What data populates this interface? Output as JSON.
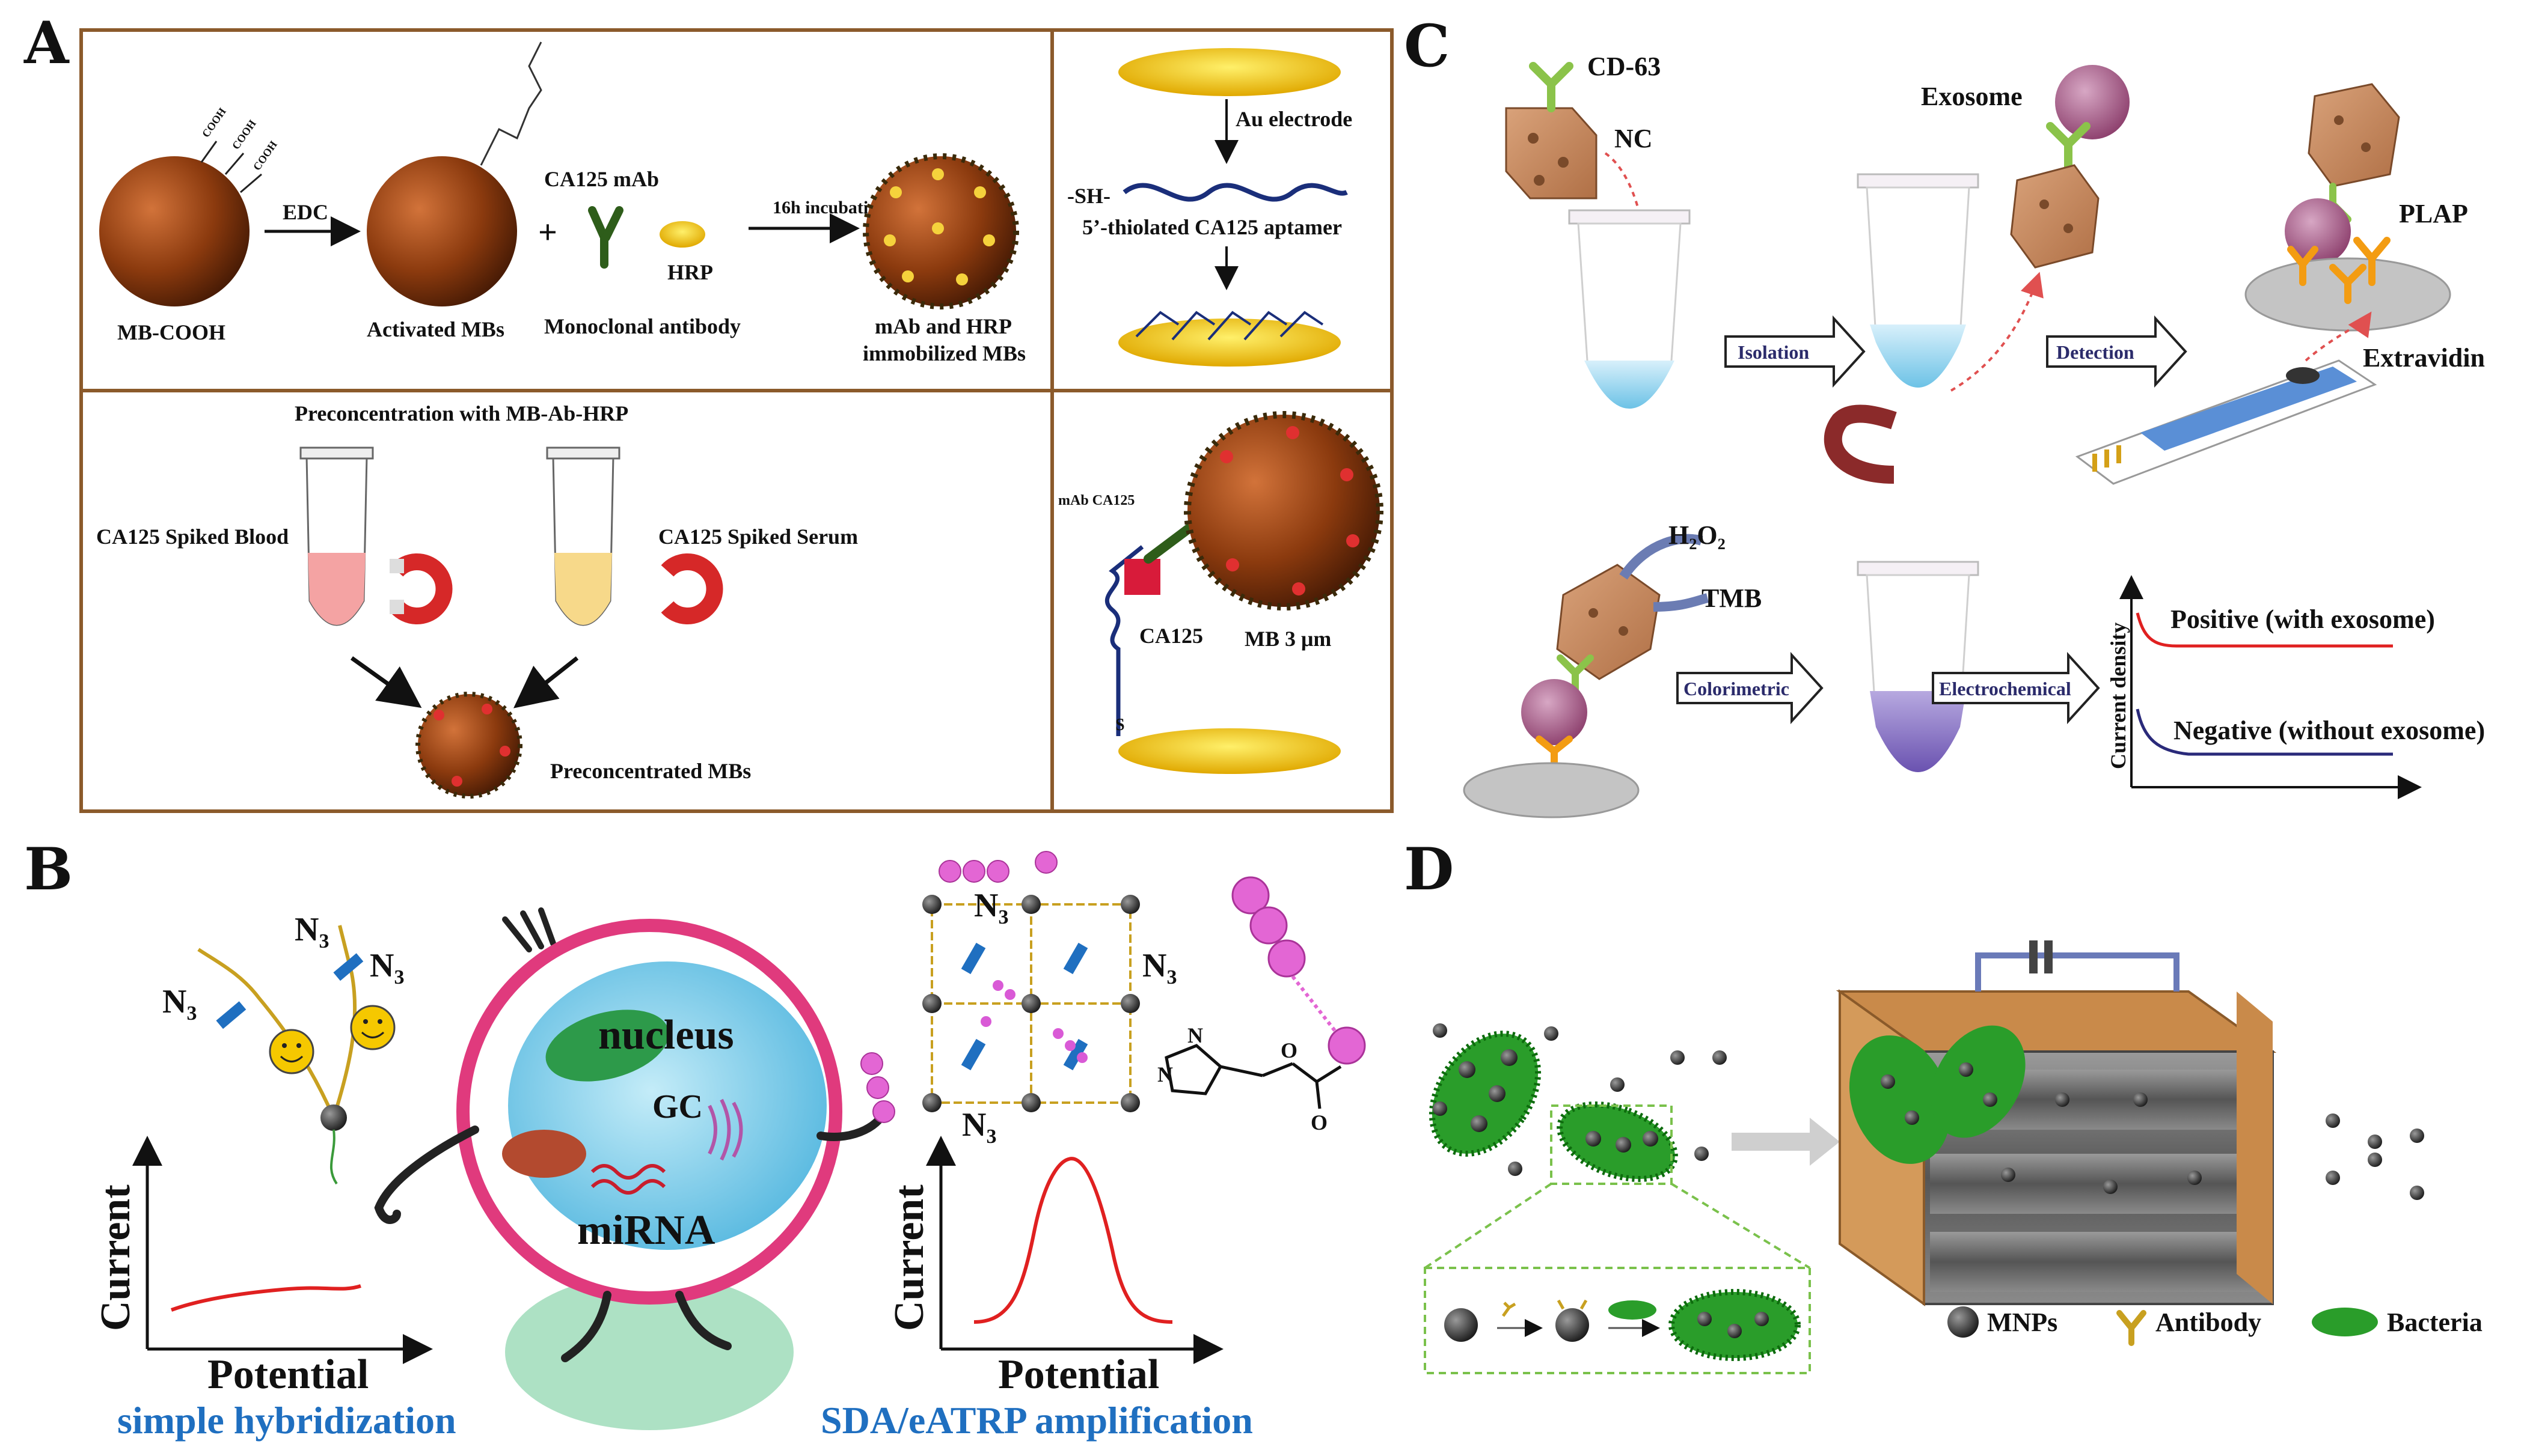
{
  "panels": {
    "A": {
      "letter": "A",
      "mb_cooh": "MB-COOH",
      "cooh": "COOH",
      "edc": "EDC",
      "activated_mbs": "Activated MBs",
      "plus": "+",
      "ca125_mab": "CA125 mAb",
      "monoclonal_antibody": "Monoclonal antibody",
      "hrp": "HRP",
      "incubation": "16h incubation",
      "immobilized_line1": "mAb and HRP",
      "immobilized_line2": "immobilized MBs",
      "au_electrode": "Au electrode",
      "sh": "-SH-",
      "thiolated_aptamer": "5’-thiolated CA125 aptamer",
      "preconcentration_title": "Preconcentration with MB-Ab-HRP",
      "spiked_blood": "CA125 Spiked Blood",
      "spiked_serum": "CA125 Spiked Serum",
      "preconcentrated_mbs": "Preconcentrated MBs",
      "mab_ca125": "mAb CA125",
      "ca125": "CA125",
      "mb_size": "MB 3 μm",
      "s": "S"
    },
    "B": {
      "letter": "B",
      "n3": "N",
      "n3_sub": "3",
      "nucleus": "nucleus",
      "gc": "GC",
      "mirna": "miRNA",
      "ylabel_left": "Current",
      "xlabel_left": "Potential",
      "caption_left": "simple hybridization",
      "ylabel_right": "Current",
      "xlabel_right": "Potential",
      "caption_right": "SDA/eATRP amplification",
      "triazole_n": "N",
      "triazole_o": "O"
    },
    "C": {
      "letter": "C",
      "cd63": "CD-63",
      "nc": "NC",
      "exosome": "Exosome",
      "plap": "PLAP",
      "extravidin": "Extravidin",
      "isolation": "Isolation",
      "detection": "Detection",
      "h2o2": "H₂O₂",
      "tmb": "TMB",
      "colorimetric": "Colorimetric",
      "electrochemical": "Electrochemical",
      "ylabel": "Current density",
      "positive": "Positive (with exosome)",
      "negative": "Negative (without exosome)"
    },
    "D": {
      "letter": "D",
      "mnps": "MNPs",
      "antibody": "Antibody",
      "bacteria": "Bacteria"
    }
  },
  "colors": {
    "frame": "#8b5a2b",
    "bead": "#8b3a0e",
    "gold": "#f5c400",
    "caption_blue": "#1f6fc0",
    "exosome": "#8b3d6b",
    "plap": "#f39c12",
    "extravidin": "#8c8c8c",
    "nc": "#8b6914",
    "cd63": "#4c7a1a",
    "curve_red": "#e02020",
    "bacteria_green": "#2a9d2a"
  }
}
